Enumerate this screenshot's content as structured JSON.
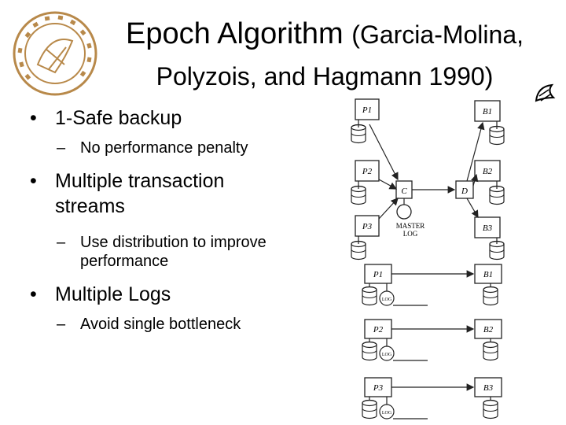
{
  "slide": {
    "title_main": "Epoch Algorithm",
    "title_paren": "(Garcia-Molina,",
    "title_line2": "Polyzois, and Hagmann 1990)",
    "bullets": [
      {
        "text": "1-Safe backup",
        "sub": [
          "No performance penalty"
        ]
      },
      {
        "text": "Multiple transaction streams",
        "sub": [
          "Use distribution to improve performance"
        ]
      },
      {
        "text": "Multiple Logs",
        "sub": [
          "Avoid single bottleneck"
        ]
      }
    ]
  },
  "diagram": {
    "top": {
      "primaries": [
        "P1",
        "P2",
        "P3"
      ],
      "backups": [
        "B1",
        "B2",
        "B3"
      ],
      "coordinator": "C",
      "distributor": "D",
      "master_log": [
        "MASTER",
        "LOG"
      ]
    },
    "bottom": [
      {
        "primary": "P1",
        "backup": "B1",
        "log": "LOG"
      },
      {
        "primary": "P2",
        "backup": "B2",
        "log": "LOG"
      },
      {
        "primary": "P3",
        "backup": "B3",
        "log": "LOG"
      }
    ]
  },
  "colors": {
    "text": "#000000",
    "background": "#ffffff",
    "logo": "#b8894a",
    "diagram": "#222222"
  }
}
